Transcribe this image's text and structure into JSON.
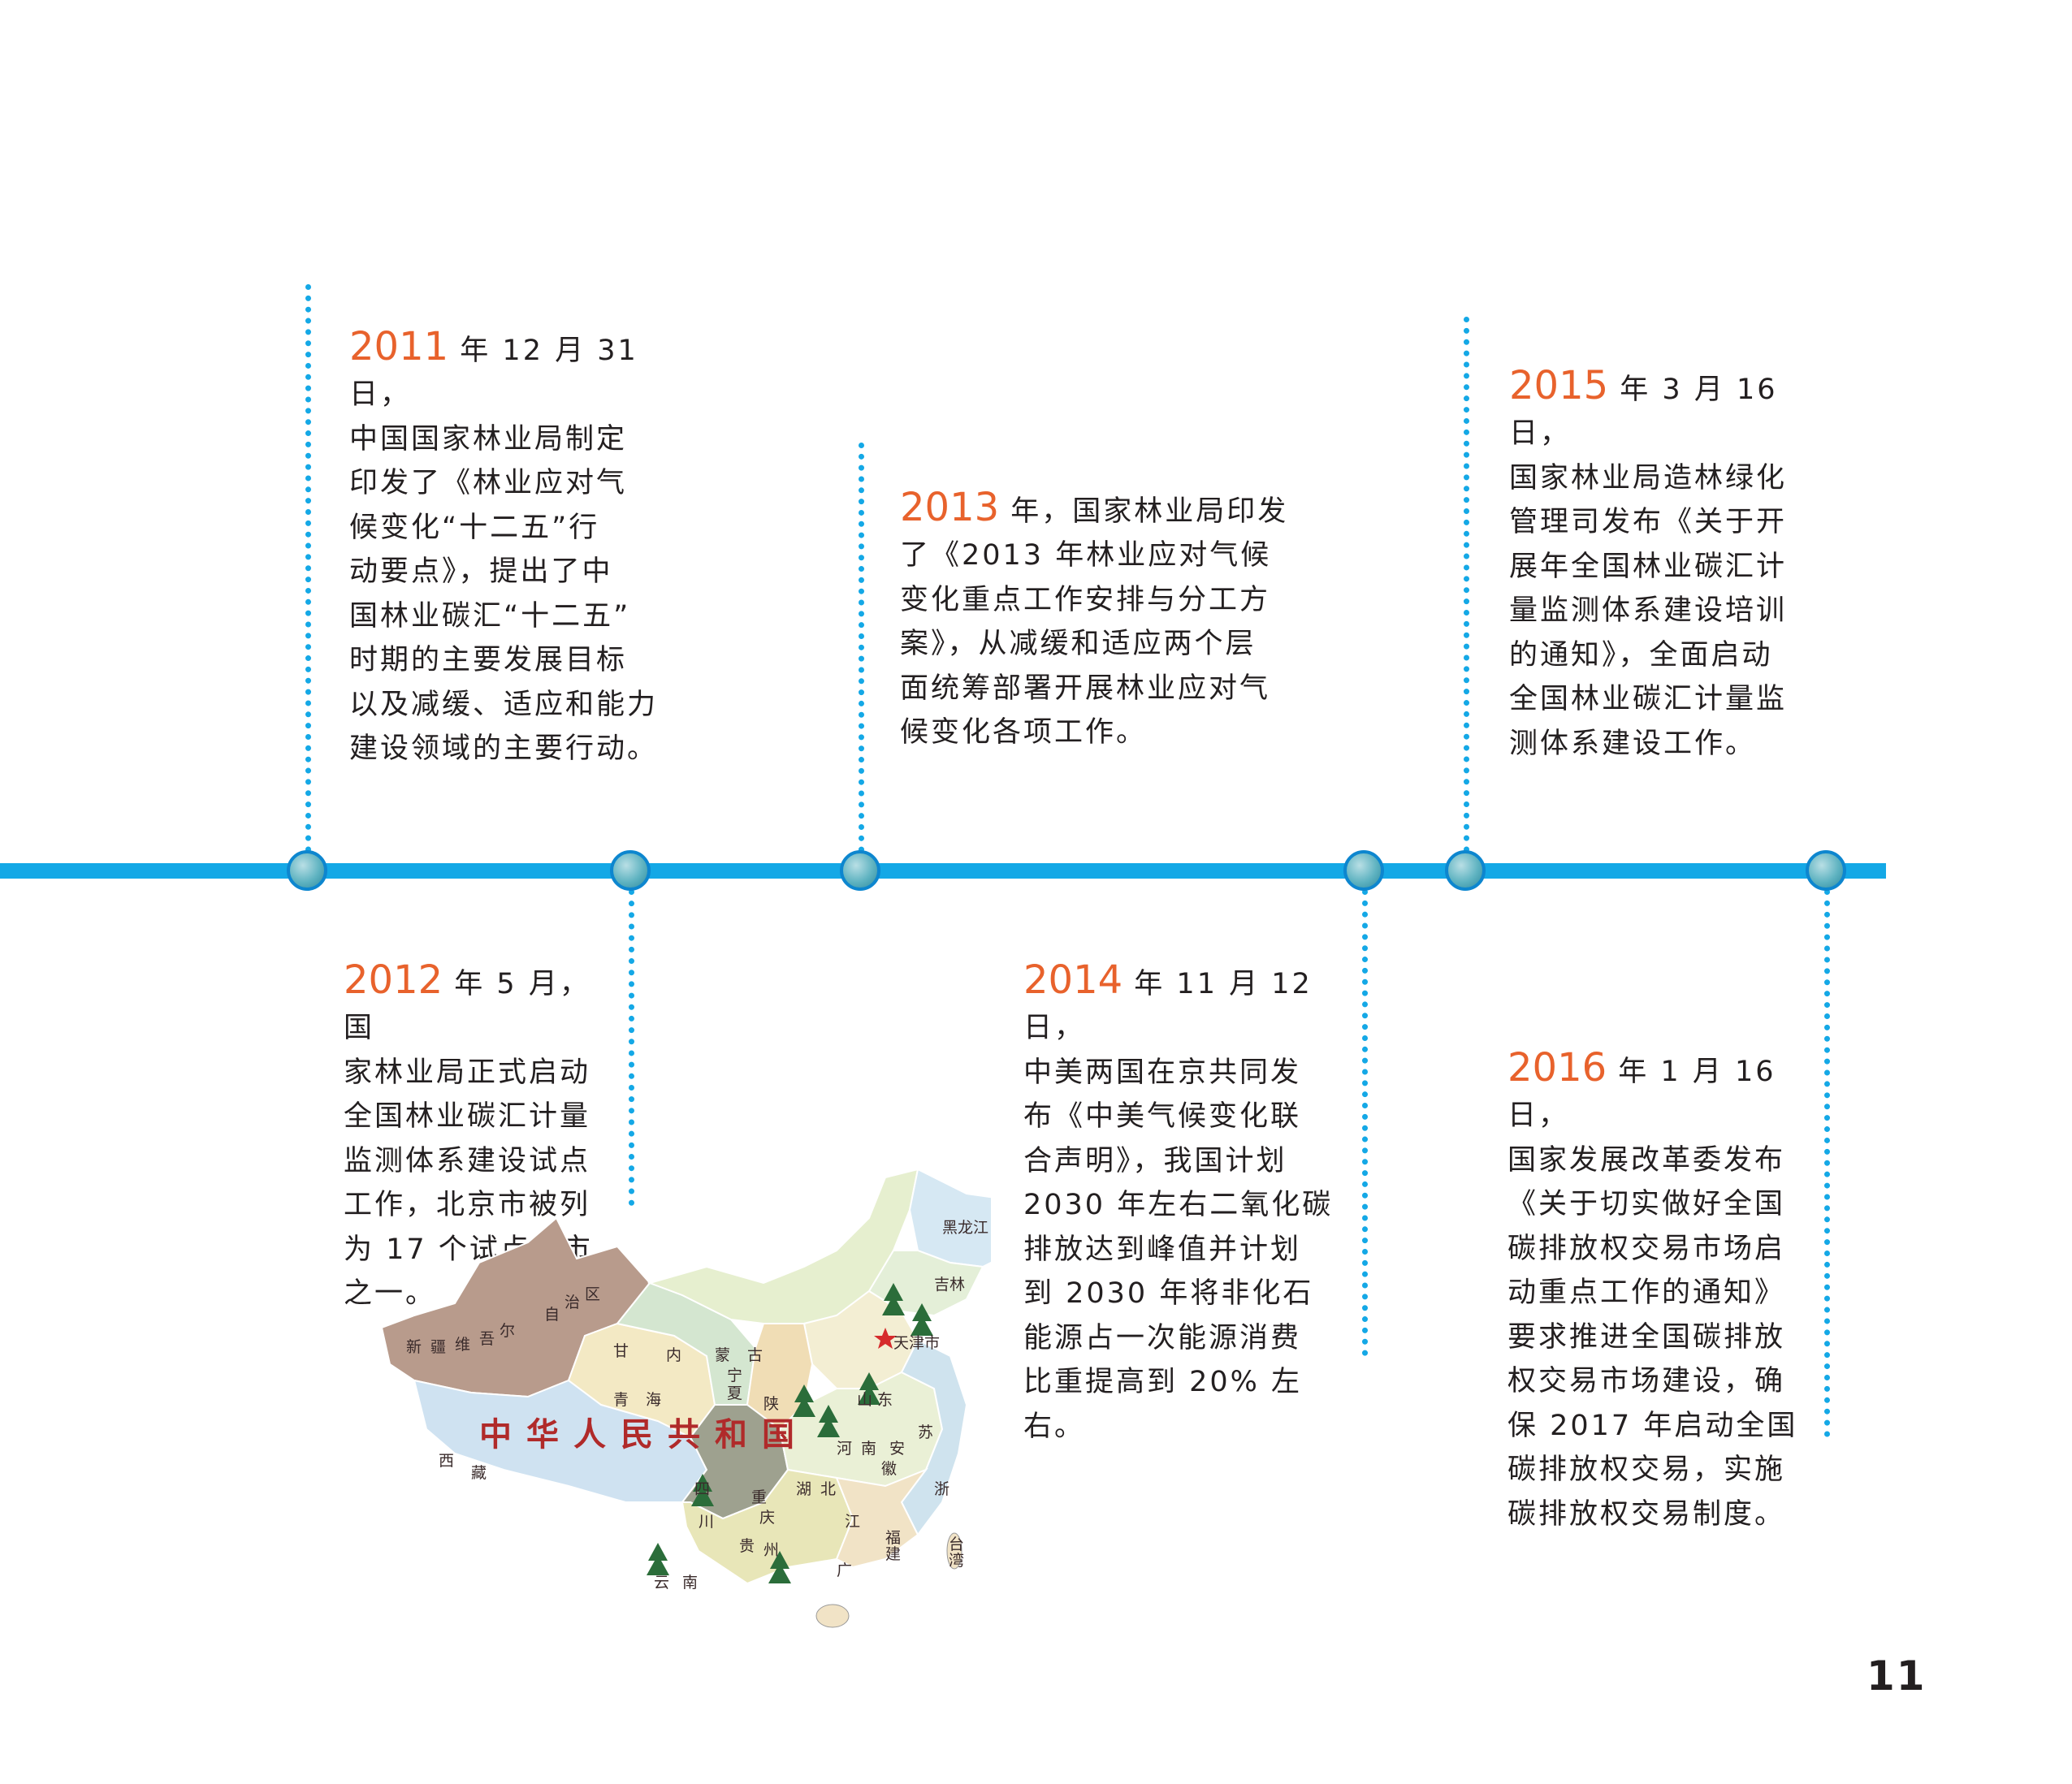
{
  "timeline": [
    {
      "year": "2011",
      "text": "年 12 月 31 日，\n中国国家林业局制定\n印发了《林业应对气\n候变化“十二五”行\n动要点》，提出了中\n国林业碳汇“十二五”\n时期的主要发展目标\n以及减缓、适应和能力\n建设领域的主要行动。"
    },
    {
      "year": "2012",
      "text": "年 5 月，国\n家林业局正式启动\n全国林业碳汇计量\n监测体系建设试点\n工作，北京市被列\n为 17 个试点省市\n之一。"
    },
    {
      "year": "2013",
      "text": "年，国家林业局印发\n了《2013 年林业应对气候\n变化重点工作安排与分工方\n案》，从减缓和适应两个层\n面统筹部署开展林业应对气\n候变化各项工作。"
    },
    {
      "year": "2014",
      "text": "年 11 月 12 日，\n中美两国在京共同发\n布《中美气候变化联\n合声明》，我国计划\n2030 年左右二氧化碳\n排放达到峰值并计划\n到 2030 年将非化石\n能源占一次能源消费\n比重提高到 20% 左\n右。"
    },
    {
      "year": "2015",
      "text": "年 3 月 16 日，\n国家林业局造林绿化\n管理司发布《关于开\n展年全国林业碳汇计\n量监测体系建设培训\n的通知》，全面启动\n全国林业碳汇计量监\n测体系建设工作。"
    },
    {
      "year": "2016",
      "text": "年 1 月 16 日，\n国家发展改革委发布\n《关于切实做好全国\n碳排放权交易市场启\n动重点工作的通知》\n要求推进全国碳排放\n权交易市场建设，确\n保 2017 年启动全国\n碳排放权交易，实施\n碳排放权交易制度。"
    }
  ],
  "map": {
    "title": "中华人民共和国",
    "labels": [
      "黑龙江",
      "吉林",
      "内",
      "蒙",
      "古",
      "自",
      "治",
      "区",
      "新",
      "疆",
      "维",
      "吾",
      "尔",
      "甘",
      "青",
      "海",
      "西",
      "藏",
      "四",
      "川",
      "云",
      "南",
      "贵",
      "州",
      "陕",
      "山",
      "东",
      "河",
      "南",
      "湖",
      "北",
      "安",
      "徽",
      "江",
      "苏",
      "浙",
      "福",
      "建",
      "广",
      "台",
      "湾",
      "重",
      "庆",
      "天津市",
      "宁",
      "夏"
    ],
    "colors": {
      "xinjiang": "#b89b8c",
      "tibet": "#cfe2f1",
      "qinghai": "#f3e9c4",
      "inner_mongolia": "#e6efcf",
      "heilongjiang": "#d6e8f3",
      "sichuan": "#9ea18f",
      "north": "#f3eed3"
    }
  },
  "page_number": "11"
}
